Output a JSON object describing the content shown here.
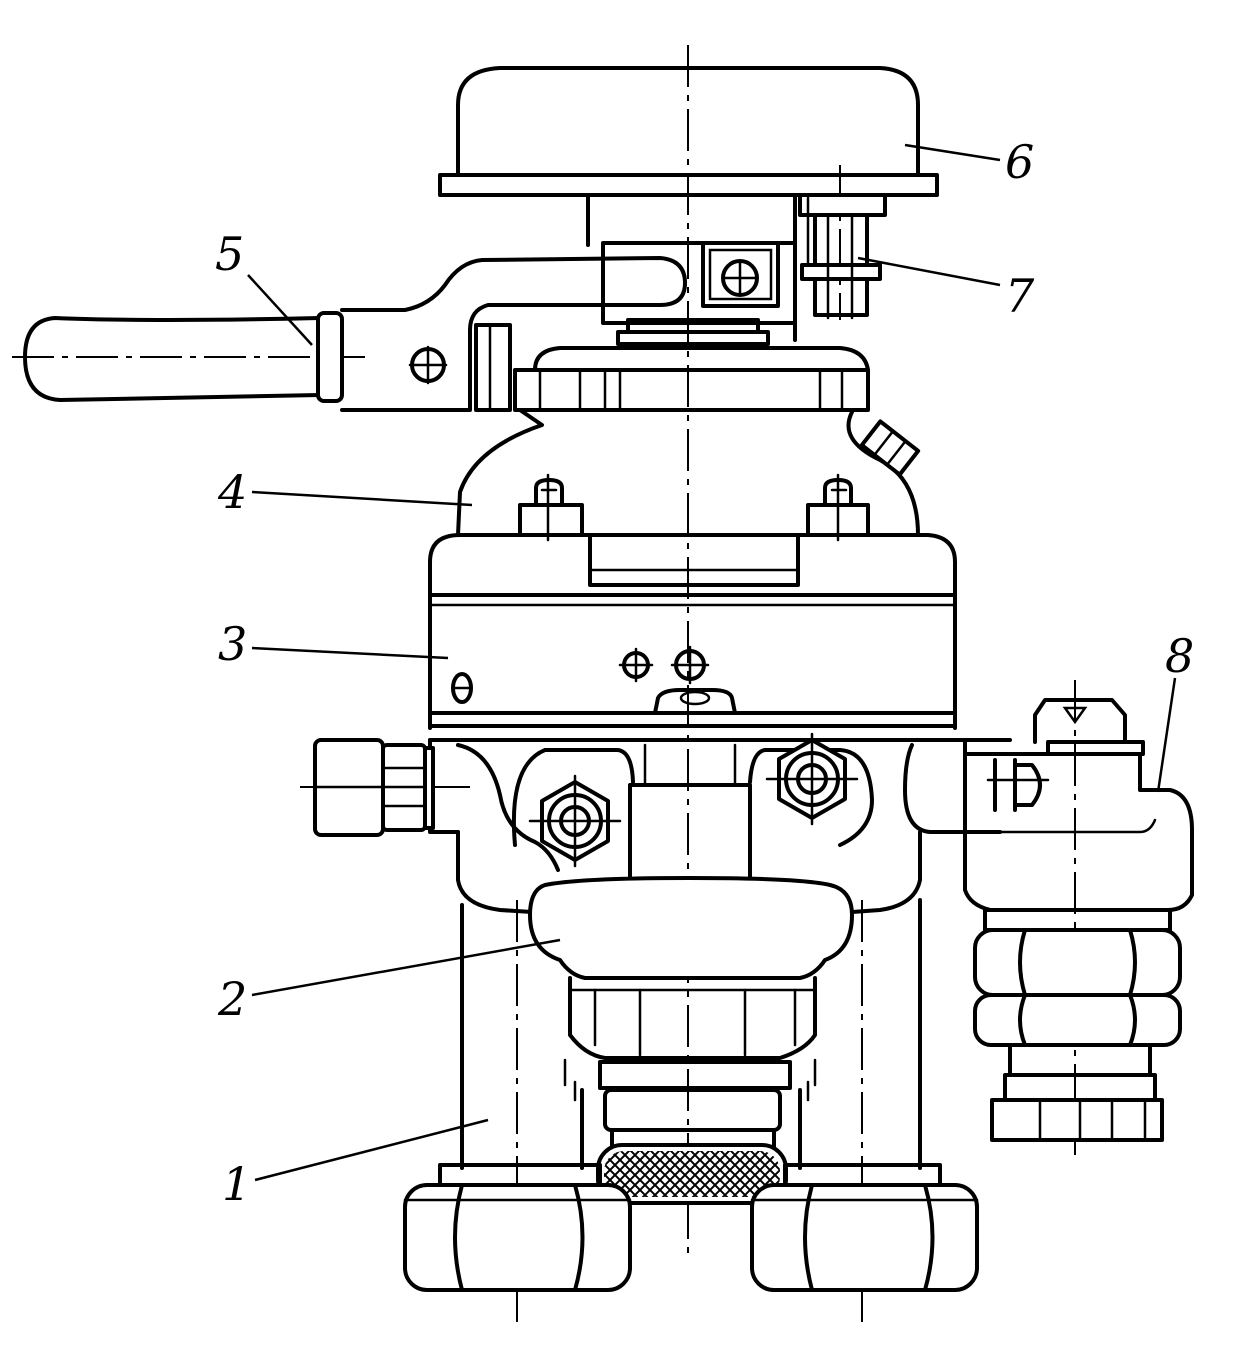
{
  "labels": {
    "part1": "1",
    "part2": "2",
    "part3": "3",
    "part4": "4",
    "part5": "5",
    "part6": "6",
    "part7": "7",
    "part8": "8"
  },
  "colors": {
    "line": "#000000",
    "background": "#ffffff"
  }
}
